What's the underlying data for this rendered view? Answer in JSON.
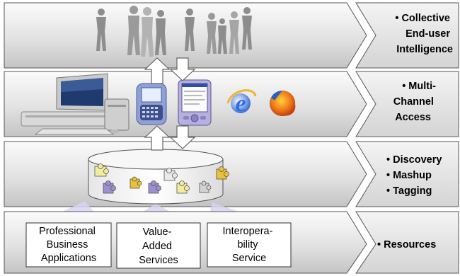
{
  "layers": [
    {
      "id": "end-user",
      "side_label_lines": [
        "• Collective",
        "End-user",
        "Intelligence"
      ]
    },
    {
      "id": "access",
      "side_label_lines": [
        "• Multi-",
        "Channel",
        "Access"
      ]
    },
    {
      "id": "services",
      "side_label_lines": [
        "• Discovery",
        "• Mashup",
        "• Tagging"
      ]
    },
    {
      "id": "resources",
      "side_label_lines": [
        "• Resources"
      ]
    }
  ],
  "resources": [
    {
      "lines": [
        "Professional",
        "Business",
        "Applications"
      ]
    },
    {
      "lines": [
        "Value-",
        "Added",
        "Services"
      ]
    },
    {
      "lines": [
        "Interopera-",
        "bility",
        "Service"
      ]
    }
  ],
  "icons": [
    "people-silhouettes-icon",
    "desktop-computer-icon",
    "smartphone-icon",
    "pda-icon",
    "internet-explorer-icon",
    "firefox-icon",
    "puzzle-piece-icon"
  ],
  "colors": {
    "band_top": "#f7f7f7",
    "band_bottom": "#c8c8c8",
    "border": "#555555",
    "people": "#8a8a8a",
    "puzzle_yellow": "#e8c23a",
    "puzzle_purple": "#9d8fd0",
    "puzzle_cream": "#f2eca0",
    "puzzle_grey": "#c8c8c8",
    "cone": "#d6d0ee"
  }
}
